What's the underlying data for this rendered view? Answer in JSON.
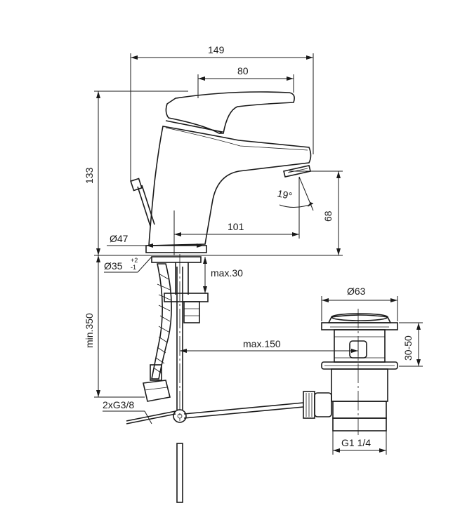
{
  "dimensions": {
    "width_149": "149",
    "width_80": "80",
    "height_133": "133",
    "diameter_47": "Ø47",
    "diameter_35": "Ø35",
    "tolerance_plus": "+2",
    "tolerance_minus": "-1",
    "reach_101": "101",
    "angle_19": "19°",
    "height_68": "68",
    "max_30": "max.30",
    "min_350": "min.350",
    "max_150": "max.150",
    "diameter_63": "Ø63",
    "range_30_50": "30-50",
    "thread_g38": "2xG3/8",
    "thread_g114": "G1 1/4"
  }
}
